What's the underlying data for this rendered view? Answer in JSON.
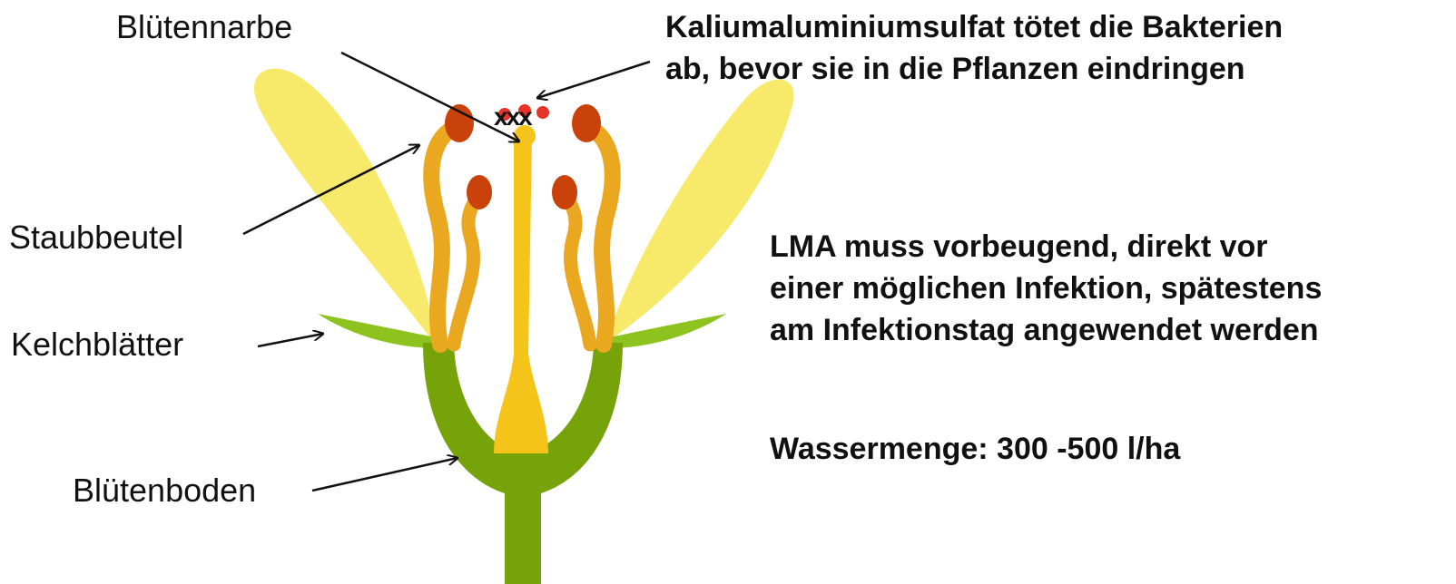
{
  "labels": {
    "stigma": "Blütennarbe",
    "anther": "Staubbeutel",
    "sepals": "Kelchblätter",
    "receptacle": "Blütenboden"
  },
  "notes": {
    "kalium_line1": "Kaliumaluminiumsulfat tötet die Bakterien",
    "kalium_line2": "ab, bevor sie in die Pflanzen eindringen",
    "lma_line1": "LMA muss vorbeugend, direkt vor",
    "lma_line2": "einer möglichen Infektion, spätestens",
    "lma_line3": "am Infektionstag angewendet werden",
    "water": "Wassermenge: 300 -500 l/ha"
  },
  "bacteria_marks": "xxx",
  "colors": {
    "petal": "#f7ea6a",
    "stamen": "#e9a820",
    "anther": "#c9420c",
    "pistil": "#f4c41a",
    "stem": "#76a30a",
    "sepal": "#8dc21f",
    "bacteria": "#e8322a",
    "arrow": "#111111"
  }
}
